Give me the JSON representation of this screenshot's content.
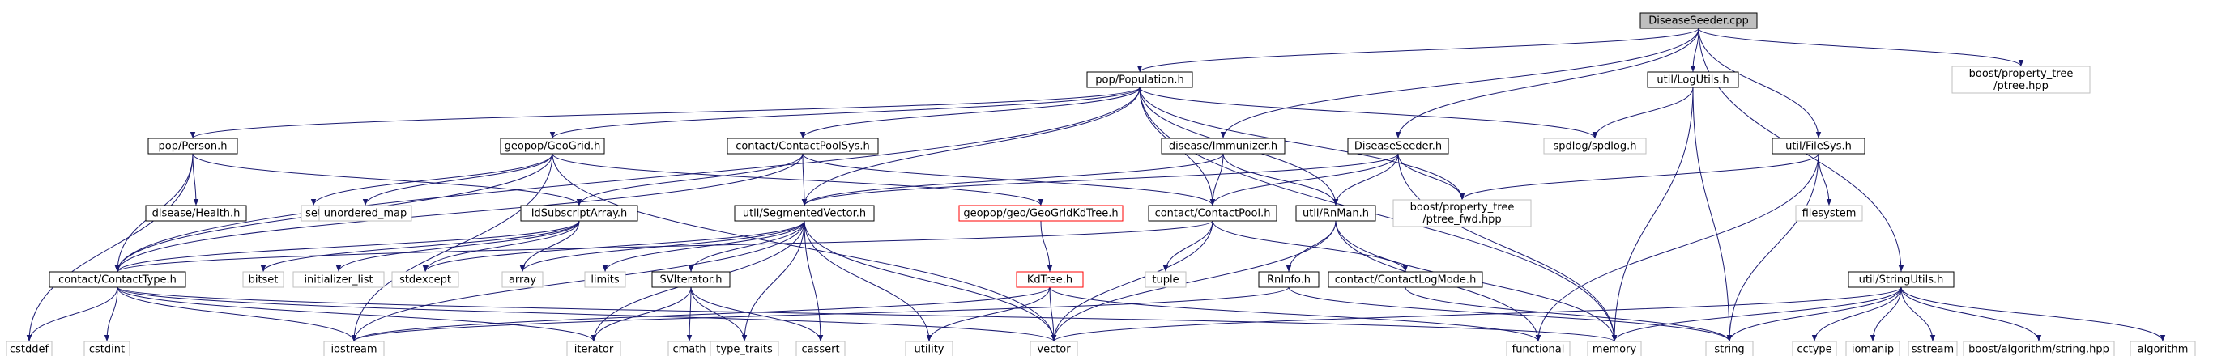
{
  "colors": {
    "edge": "#191970",
    "normal_border": "#000000",
    "external_border": "#bfbfbf",
    "missing_border": "#ff0000",
    "root_fill": "#bfbfbf",
    "fill": "#ffffff"
  },
  "nodes": [
    {
      "id": "root",
      "label": "DiseaseSeeder.cpp",
      "kind": "root"
    },
    {
      "id": "population",
      "label": "pop/Population.h",
      "kind": "normal"
    },
    {
      "id": "logutils",
      "label": "util/LogUtils.h",
      "kind": "normal"
    },
    {
      "id": "ptree",
      "label": "boost/property_tree\n/ptree.hpp",
      "kind": "external"
    },
    {
      "id": "person",
      "label": "pop/Person.h",
      "kind": "normal"
    },
    {
      "id": "geogrid",
      "label": "geopop/GeoGrid.h",
      "kind": "normal"
    },
    {
      "id": "contactpoolsys",
      "label": "contact/ContactPoolSys.h",
      "kind": "normal"
    },
    {
      "id": "immunizer",
      "label": "disease/Immunizer.h",
      "kind": "normal"
    },
    {
      "id": "diseaseseeder_h",
      "label": "DiseaseSeeder.h",
      "kind": "normal"
    },
    {
      "id": "spdlog",
      "label": "spdlog/spdlog.h",
      "kind": "external"
    },
    {
      "id": "filesys",
      "label": "util/FileSys.h",
      "kind": "normal"
    },
    {
      "id": "health",
      "label": "disease/Health.h",
      "kind": "normal"
    },
    {
      "id": "set",
      "label": "set",
      "kind": "external"
    },
    {
      "id": "unordered_map",
      "label": "unordered_map",
      "kind": "external"
    },
    {
      "id": "idsubscript",
      "label": "IdSubscriptArray.h",
      "kind": "normal"
    },
    {
      "id": "segvec",
      "label": "util/SegmentedVector.h",
      "kind": "normal"
    },
    {
      "id": "geogridkdtree",
      "label": "geopop/geo/GeoGridKdTree.h",
      "kind": "missing"
    },
    {
      "id": "contactpool",
      "label": "contact/ContactPool.h",
      "kind": "normal"
    },
    {
      "id": "rnman",
      "label": "util/RnMan.h",
      "kind": "normal"
    },
    {
      "id": "ptree_fwd",
      "label": "boost/property_tree\n/ptree_fwd.hpp",
      "kind": "external"
    },
    {
      "id": "filesystem",
      "label": "filesystem",
      "kind": "external"
    },
    {
      "id": "contacttype",
      "label": "contact/ContactType.h",
      "kind": "normal"
    },
    {
      "id": "bitset",
      "label": "bitset",
      "kind": "external"
    },
    {
      "id": "initializer_list",
      "label": "initializer_list",
      "kind": "external"
    },
    {
      "id": "stdexcept",
      "label": "stdexcept",
      "kind": "external"
    },
    {
      "id": "array",
      "label": "array",
      "kind": "external"
    },
    {
      "id": "limits",
      "label": "limits",
      "kind": "external"
    },
    {
      "id": "sviterator",
      "label": "SVIterator.h",
      "kind": "normal"
    },
    {
      "id": "kdtree",
      "label": "KdTree.h",
      "kind": "missing"
    },
    {
      "id": "tuple",
      "label": "tuple",
      "kind": "external"
    },
    {
      "id": "rninfo",
      "label": "RnInfo.h",
      "kind": "normal"
    },
    {
      "id": "contactlogmode",
      "label": "contact/ContactLogMode.h",
      "kind": "normal"
    },
    {
      "id": "stringutils",
      "label": "util/StringUtils.h",
      "kind": "normal"
    },
    {
      "id": "cstddef",
      "label": "cstddef",
      "kind": "external"
    },
    {
      "id": "cstdint",
      "label": "cstdint",
      "kind": "external"
    },
    {
      "id": "iostream",
      "label": "iostream",
      "kind": "external"
    },
    {
      "id": "iterator",
      "label": "iterator",
      "kind": "external"
    },
    {
      "id": "cmath",
      "label": "cmath",
      "kind": "external"
    },
    {
      "id": "type_traits",
      "label": "type_traits",
      "kind": "external"
    },
    {
      "id": "cassert",
      "label": "cassert",
      "kind": "external"
    },
    {
      "id": "utility",
      "label": "utility",
      "kind": "external"
    },
    {
      "id": "vector",
      "label": "vector",
      "kind": "external"
    },
    {
      "id": "functional",
      "label": "functional",
      "kind": "external"
    },
    {
      "id": "memory",
      "label": "memory",
      "kind": "external"
    },
    {
      "id": "string",
      "label": "string",
      "kind": "external"
    },
    {
      "id": "cctype",
      "label": "cctype",
      "kind": "external"
    },
    {
      "id": "iomanip",
      "label": "iomanip",
      "kind": "external"
    },
    {
      "id": "sstream",
      "label": "sstream",
      "kind": "external"
    },
    {
      "id": "boost_string",
      "label": "boost/algorithm/string.hpp",
      "kind": "external"
    },
    {
      "id": "algorithm",
      "label": "algorithm",
      "kind": "external"
    }
  ],
  "edges": [
    [
      "root",
      "population"
    ],
    [
      "root",
      "logutils"
    ],
    [
      "root",
      "ptree"
    ],
    [
      "root",
      "immunizer"
    ],
    [
      "root",
      "diseaseseeder_h"
    ],
    [
      "root",
      "filesys"
    ],
    [
      "root",
      "stringutils"
    ],
    [
      "population",
      "person"
    ],
    [
      "population",
      "geogrid"
    ],
    [
      "population",
      "contactpoolsys"
    ],
    [
      "population",
      "contacttype"
    ],
    [
      "population",
      "segvec"
    ],
    [
      "population",
      "contactpool"
    ],
    [
      "population",
      "rnman"
    ],
    [
      "population",
      "spdlog"
    ],
    [
      "population",
      "ptree_fwd"
    ],
    [
      "population",
      "memory"
    ],
    [
      "logutils",
      "spdlog"
    ],
    [
      "logutils",
      "memory"
    ],
    [
      "logutils",
      "string"
    ],
    [
      "person",
      "health"
    ],
    [
      "person",
      "contacttype"
    ],
    [
      "person",
      "idsubscript"
    ],
    [
      "person",
      "cstddef"
    ],
    [
      "geogrid",
      "set"
    ],
    [
      "geogrid",
      "unordered_map"
    ],
    [
      "geogrid",
      "geogridkdtree"
    ],
    [
      "geogrid",
      "contacttype"
    ],
    [
      "geogrid",
      "vector"
    ],
    [
      "geogrid",
      "iostream"
    ],
    [
      "contactpoolsys",
      "segvec"
    ],
    [
      "contactpoolsys",
      "contactpool"
    ],
    [
      "contactpoolsys",
      "idsubscript"
    ],
    [
      "contactpoolsys",
      "contacttype"
    ],
    [
      "immunizer",
      "segvec"
    ],
    [
      "immunizer",
      "contactpool"
    ],
    [
      "immunizer",
      "rnman"
    ],
    [
      "diseaseseeder_h",
      "segvec"
    ],
    [
      "diseaseseeder_h",
      "contactpool"
    ],
    [
      "diseaseseeder_h",
      "rnman"
    ],
    [
      "diseaseseeder_h",
      "ptree_fwd"
    ],
    [
      "diseaseseeder_h",
      "memory"
    ],
    [
      "filesys",
      "ptree_fwd"
    ],
    [
      "filesys",
      "filesystem"
    ],
    [
      "filesys",
      "functional"
    ],
    [
      "filesys",
      "string"
    ],
    [
      "idsubscript",
      "contacttype"
    ],
    [
      "idsubscript",
      "bitset"
    ],
    [
      "idsubscript",
      "initializer_list"
    ],
    [
      "idsubscript",
      "stdexcept"
    ],
    [
      "idsubscript",
      "array"
    ],
    [
      "segvec",
      "sviterator"
    ],
    [
      "segvec",
      "limits"
    ],
    [
      "segvec",
      "array"
    ],
    [
      "segvec",
      "stdexcept"
    ],
    [
      "segvec",
      "iostream"
    ],
    [
      "segvec",
      "iterator"
    ],
    [
      "segvec",
      "type_traits"
    ],
    [
      "segvec",
      "cassert"
    ],
    [
      "segvec",
      "utility"
    ],
    [
      "segvec",
      "vector"
    ],
    [
      "geogridkdtree",
      "kdtree"
    ],
    [
      "kdtree",
      "utility"
    ],
    [
      "kdtree",
      "vector"
    ],
    [
      "kdtree",
      "functional"
    ],
    [
      "kdtree",
      "iostream"
    ],
    [
      "contactpool",
      "contacttype"
    ],
    [
      "contactpool",
      "tuple"
    ],
    [
      "contactpool",
      "contactlogmode"
    ],
    [
      "contactpool",
      "vector"
    ],
    [
      "rnman",
      "rninfo"
    ],
    [
      "rnman",
      "functional"
    ],
    [
      "rnman",
      "memory"
    ],
    [
      "rnman",
      "vector"
    ],
    [
      "rninfo",
      "iostream"
    ],
    [
      "rninfo",
      "string"
    ],
    [
      "contactlogmode",
      "string"
    ],
    [
      "sviterator",
      "iterator"
    ],
    [
      "sviterator",
      "cmath"
    ],
    [
      "sviterator",
      "type_traits"
    ],
    [
      "sviterator",
      "cassert"
    ],
    [
      "contacttype",
      "cstddef"
    ],
    [
      "contacttype",
      "cstdint"
    ],
    [
      "contacttype",
      "iostream"
    ],
    [
      "contacttype",
      "iterator"
    ],
    [
      "contacttype",
      "vector"
    ],
    [
      "contacttype",
      "memory"
    ],
    [
      "stringutils",
      "vector"
    ],
    [
      "stringutils",
      "memory"
    ],
    [
      "stringutils",
      "string"
    ],
    [
      "stringutils",
      "cctype"
    ],
    [
      "stringutils",
      "iomanip"
    ],
    [
      "stringutils",
      "sstream"
    ],
    [
      "stringutils",
      "boost_string"
    ],
    [
      "stringutils",
      "algorithm"
    ]
  ]
}
